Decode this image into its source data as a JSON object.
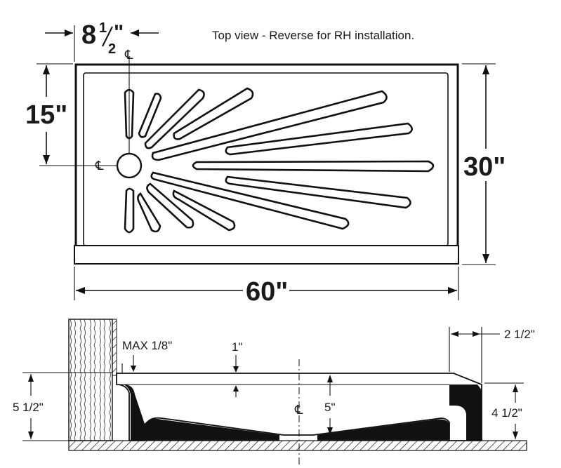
{
  "top_view": {
    "caption": "Top view - Reverse for RH installation.",
    "dim_offset_whole": "8",
    "dim_offset_num": "1",
    "dim_offset_den": "2",
    "dim_offset_inch": "\"",
    "dim_depth_to_drain": "15\"",
    "dim_width": "30\"",
    "dim_length": "60\"",
    "centerline_symbol_a": "℄",
    "centerline_symbol_b": "℄"
  },
  "section_view": {
    "max_gap": "MAX 1/8\"",
    "rim_step": "1\"",
    "flange_width": "2 1/2\"",
    "overall_height": "5 1/2\"",
    "pan_depth": "5\"",
    "threshold_height": "4 1/2\"",
    "centerline_symbol": "℄"
  }
}
